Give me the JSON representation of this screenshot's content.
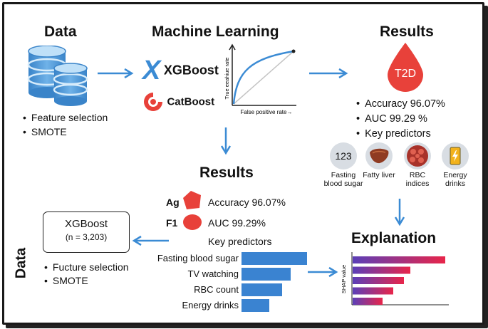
{
  "colors": {
    "arrow": "#3b8bd4",
    "bar_blue": "#3a83d1",
    "drop_red": "#e8413a",
    "shap_start": "#5b3fb8",
    "shap_end": "#e8254a"
  },
  "top": {
    "data": {
      "heading": "Data",
      "bullets": [
        "Feature selection",
        "SMOTE"
      ],
      "icon": "database-icon"
    },
    "ml": {
      "heading": "Machine Learning",
      "xgboost_logo": "XGBoost",
      "catboost_logo": "CatBoost",
      "roc": {
        "ylabel": "True eeahiue rate",
        "xlabel": "False positive rate→"
      }
    },
    "results": {
      "heading": "Results",
      "drop_label": "T2D",
      "bullets": [
        "Accuracy 96.07%",
        "AUC 99.29 %",
        "Key predictors"
      ],
      "predictors": [
        {
          "icon": "number-123-icon",
          "glyph": "123",
          "label": "Fasting blood sugar"
        },
        {
          "icon": "liver-icon",
          "label": "Fatty liver"
        },
        {
          "icon": "red-blood-cells-icon",
          "label": "RBC indices"
        },
        {
          "icon": "energy-drink-icon",
          "label": "Energy drinks"
        }
      ]
    }
  },
  "middle": {
    "heading": "Results",
    "metrics": [
      {
        "tag": "Ag",
        "text": "Accuracy 96.07%"
      },
      {
        "tag": "F1",
        "text": "AUC 99.29%"
      }
    ],
    "key_predictors": "Key predictors"
  },
  "chart_data": {
    "type": "bar",
    "orientation": "horizontal",
    "categories": [
      "Fasting blood sugar",
      "TV watching",
      "RBC count",
      "Energy drinks"
    ],
    "values": [
      1.0,
      0.75,
      0.62,
      0.42
    ]
  },
  "bottom_left": {
    "side_label": "Data",
    "box_title": "XGBoost",
    "box_sub": "(n = 3,203)",
    "bullets": [
      "Fucture selection",
      "SMOTE"
    ]
  },
  "explanation": {
    "heading": "Explanation",
    "ylabel": "SHAP value",
    "values": [
      1.0,
      0.62,
      0.55,
      0.44,
      0.32
    ]
  }
}
